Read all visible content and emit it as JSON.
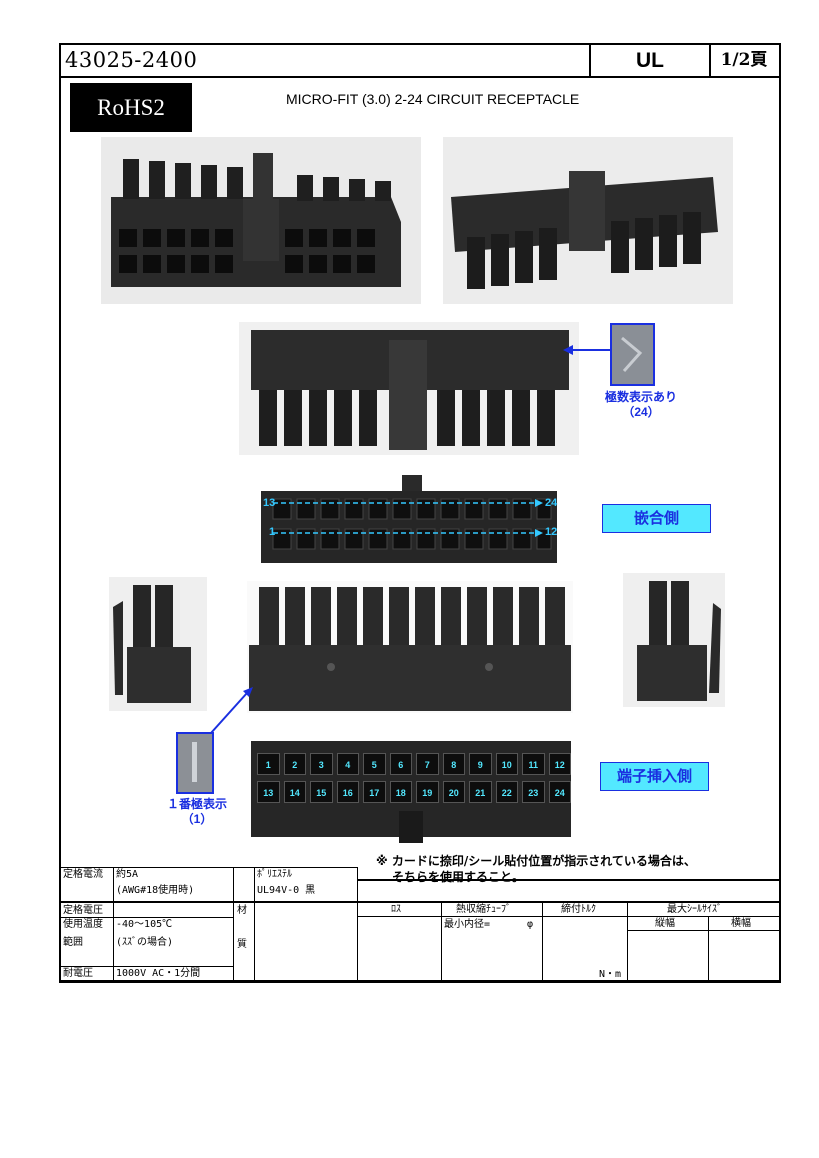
{
  "header": {
    "part_number": "43025-2400",
    "ul": "UL",
    "page": "1/2頁"
  },
  "badge": "RoHS2",
  "title": "MICRO-FIT (3.0) 2-24 CIRCUIT RECEPTACLE",
  "labels": {
    "polarity_line1": "極数表示あり",
    "polarity_line2": "（24）",
    "mating_side": "嵌合側",
    "pin1_line1": "１番極表示",
    "pin1_line2": "（1）",
    "terminal_side": "端子挿入側",
    "mate_row_top_start": "13",
    "mate_row_top_end": "24",
    "mate_row_bottom_start": "1",
    "mate_row_bottom_end": "12"
  },
  "cavities_top": [
    "1",
    "2",
    "3",
    "4",
    "5",
    "6",
    "7",
    "8",
    "9",
    "10",
    "11",
    "12"
  ],
  "cavities_bottom": [
    "13",
    "14",
    "15",
    "16",
    "17",
    "18",
    "19",
    "20",
    "21",
    "22",
    "23",
    "24"
  ],
  "note": {
    "line1": "※ カードに捺印/シール貼付位置が指示されている場合は、",
    "line2": "そちらを使用すること。"
  },
  "table": {
    "rated_current_label": "定格電流",
    "rated_current_value": "約5A",
    "rated_current_sub": "(AWG#18使用時)",
    "rated_voltage_label": "定格電圧",
    "temp_label1": "使用温度",
    "temp_label2": "範囲",
    "temp_value": "-40～105℃",
    "temp_sub": "(ｽｽﾞの場合)",
    "withstand_label": "耐電圧",
    "withstand_value": "1000V AC・1分間",
    "material_char1": "材",
    "material_char2": "質",
    "material_value1": "ﾎﾟﾘｴｽﾃﾙ",
    "material_value2": "UL94V-0 黒",
    "col_lot": "ﾛｽ",
    "col_tube": "熱収縮ﾁｭｰﾌﾞ",
    "col_torque": "締付ﾄﾙｸ",
    "col_seal": "最大ｼｰﾙｻｲｽﾞ",
    "seal_h": "縦幅",
    "seal_w": "横幅",
    "min_inner": "最小内径=",
    "phi": "φ",
    "nm": "N・m"
  }
}
